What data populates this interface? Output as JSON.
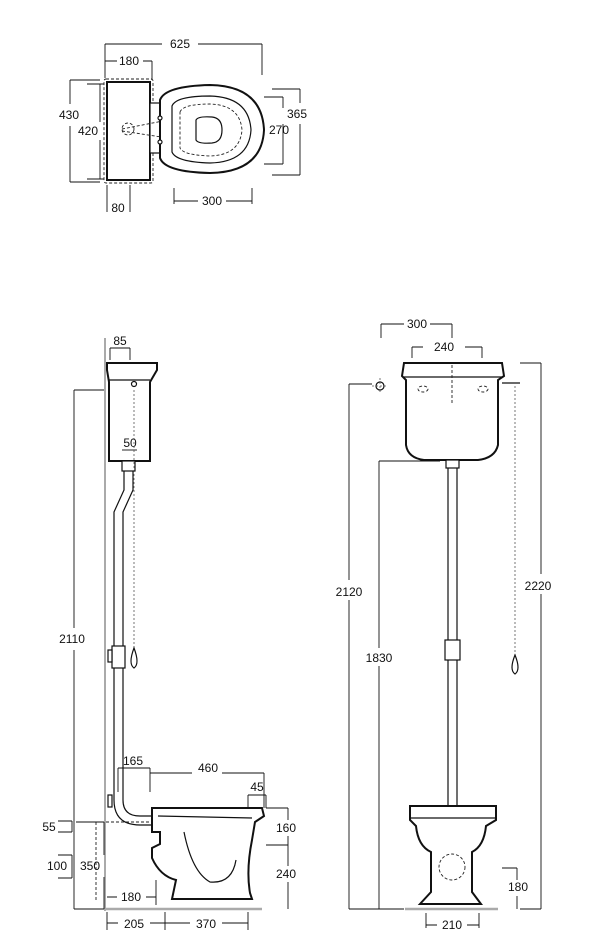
{
  "plan_view": {
    "dims": {
      "overall_width": "625",
      "cistern_width": "180",
      "overall_depth": "430",
      "cistern_depth": "420",
      "bowl_depth": "365",
      "seat_depth": "270",
      "bowl_width": "300",
      "offset": "80"
    }
  },
  "side_view": {
    "dims": {
      "cistern_top": "85",
      "pipe_diameter": "50",
      "total_height": "2110",
      "bowl_projection": "460",
      "pipe_offset": "165",
      "rim_lip": "45",
      "bowl_upper": "160",
      "bowl_lower": "240",
      "outlet_height": "55",
      "floor_offset": "100",
      "bowl_height": "350",
      "outlet_depth": "180",
      "wall_to_outlet": "205",
      "outlet_to_front": "370"
    }
  },
  "front_view": {
    "dims": {
      "cistern_width": "300",
      "bolt_spacing": "240",
      "fixing_height": "2120",
      "pipe_height": "1830",
      "overall_height": "2220",
      "waste_height": "180",
      "pedestal_width": "210"
    }
  }
}
